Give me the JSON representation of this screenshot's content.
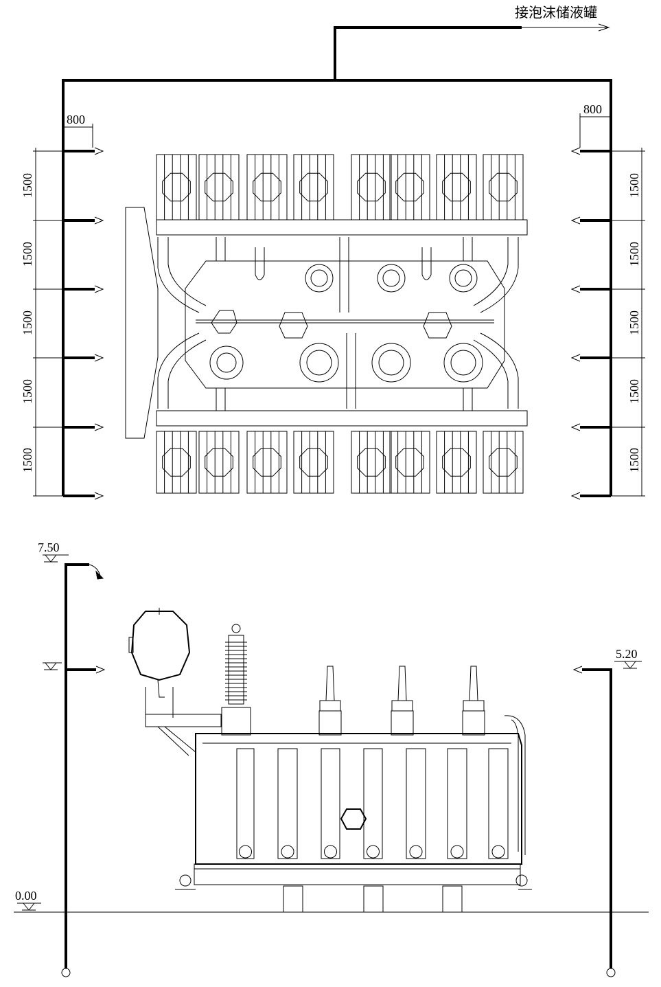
{
  "title_pipe_label": "接泡沫储液罐",
  "plan": {
    "left_offset": "800",
    "right_offset": "800",
    "left_spacings": [
      "1500",
      "1500",
      "1500",
      "1500",
      "1500"
    ],
    "right_spacings": [
      "1500",
      "1500",
      "1500",
      "1500",
      "1500"
    ]
  },
  "elevation": {
    "top_level": "7.50",
    "right_level": "5.20",
    "ground_level": "0.00"
  }
}
